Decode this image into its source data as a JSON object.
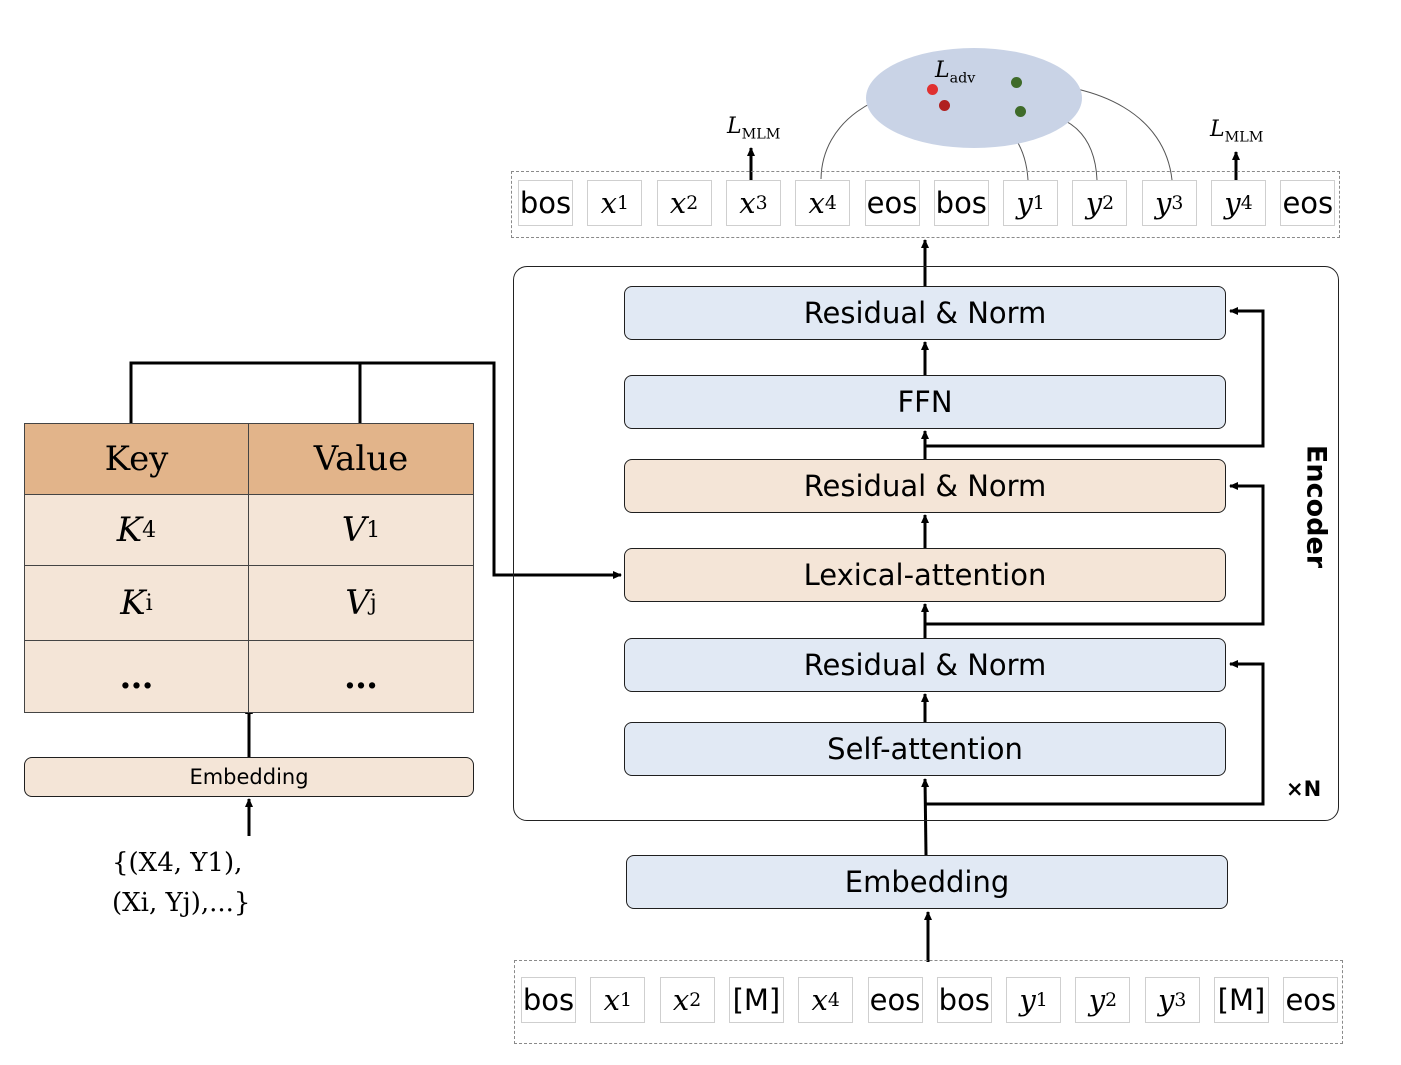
{
  "output_tokens": [
    {
      "base": "bos",
      "sub": "",
      "math": false
    },
    {
      "base": "x",
      "sub": "1",
      "math": true
    },
    {
      "base": "x",
      "sub": "2",
      "math": true
    },
    {
      "base": "x",
      "sub": "3",
      "math": true
    },
    {
      "base": "x",
      "sub": "4",
      "math": true
    },
    {
      "base": "eos",
      "sub": "",
      "math": false
    },
    {
      "base": "bos",
      "sub": "",
      "math": false
    },
    {
      "base": "y",
      "sub": "1",
      "math": true
    },
    {
      "base": "y",
      "sub": "2",
      "math": true
    },
    {
      "base": "y",
      "sub": "3",
      "math": true
    },
    {
      "base": "y",
      "sub": "4",
      "math": true
    },
    {
      "base": "eos",
      "sub": "",
      "math": false
    }
  ],
  "input_tokens": [
    {
      "base": "bos",
      "sub": "",
      "math": false
    },
    {
      "base": "x",
      "sub": "1",
      "math": true
    },
    {
      "base": "x",
      "sub": "2",
      "math": true
    },
    {
      "base": "[M]",
      "sub": "",
      "math": false
    },
    {
      "base": "x",
      "sub": "4",
      "math": true
    },
    {
      "base": "eos",
      "sub": "",
      "math": false
    },
    {
      "base": "bos",
      "sub": "",
      "math": false
    },
    {
      "base": "y",
      "sub": "1",
      "math": true
    },
    {
      "base": "y",
      "sub": "2",
      "math": true
    },
    {
      "base": "y",
      "sub": "3",
      "math": true
    },
    {
      "base": "[M]",
      "sub": "",
      "math": false
    },
    {
      "base": "eos",
      "sub": "",
      "math": false
    }
  ],
  "losses": {
    "mlm_base": "L",
    "mlm_sub": "MLM",
    "adv_base": "L",
    "adv_sub": "adv"
  },
  "encoder": {
    "label": "Encoder",
    "repeat": "×N",
    "residual_norm_top": "Residual & Norm",
    "ffn": "FFN",
    "residual_norm_mid": "Residual & Norm",
    "lexical_attention": "Lexical-attention",
    "residual_norm_bottom": "Residual & Norm",
    "self_attention": "Self-attention"
  },
  "embedding_main": "Embedding",
  "memory": {
    "header_key": "Key",
    "header_value": "Value",
    "rows": [
      {
        "k_base": "K",
        "k_sub": "4",
        "v_base": "V",
        "v_sub": "1"
      },
      {
        "k_base": "K",
        "k_sub": "i",
        "v_base": "V",
        "v_sub": "j"
      },
      {
        "k_base": "…",
        "k_sub": "",
        "v_base": "…",
        "v_sub": ""
      }
    ],
    "embedding": "Embedding",
    "pairs_line1": "{(X4, Y1),",
    "pairs_line2": "(Xi, Yj),...}"
  },
  "colors": {
    "blue_module": "#e1e9f4",
    "tan_module": "#f4e5d7",
    "table_header": "#e2b48a",
    "ellipse": "#c9d3e6",
    "dot_red": "#e03030",
    "dot_darkred": "#b02020",
    "dot_green": "#3f6b2a"
  }
}
